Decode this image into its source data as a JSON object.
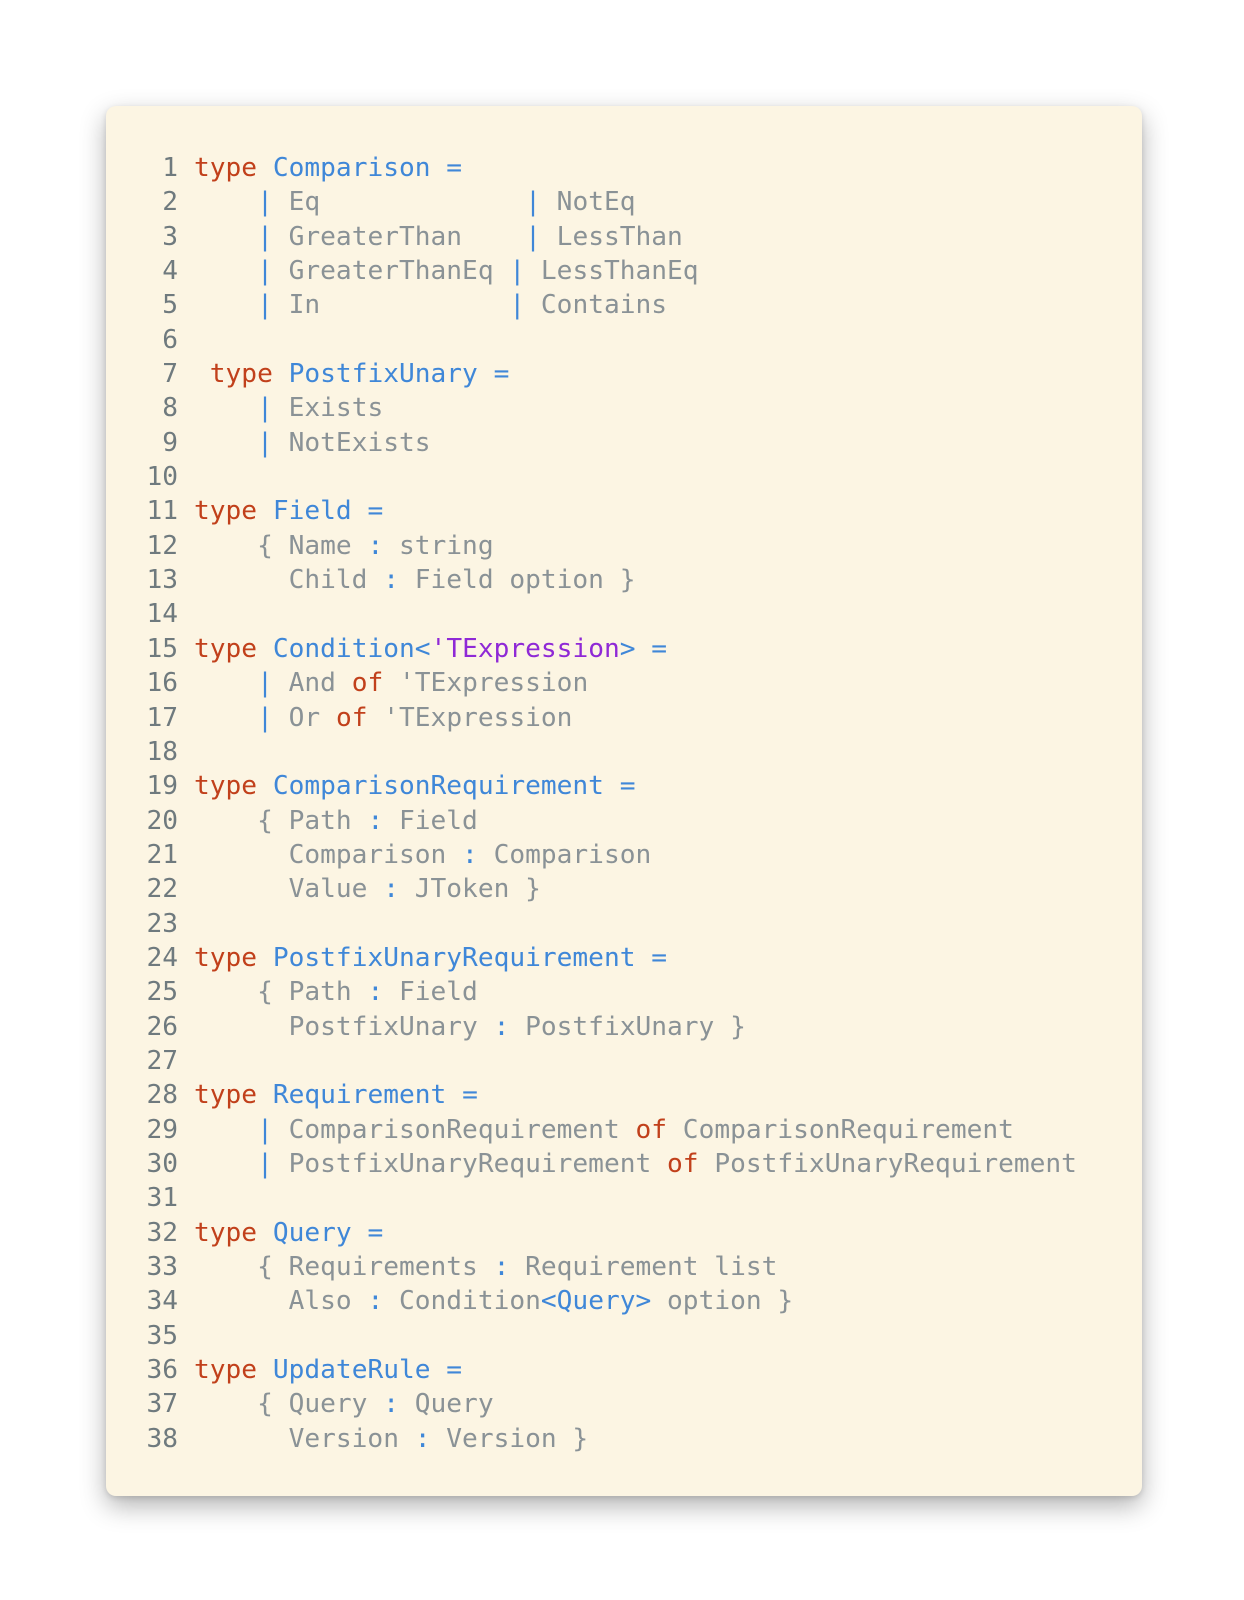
{
  "code": {
    "lines": [
      {
        "number": "1",
        "tokens": [
          {
            "t": "type",
            "k": "kw"
          },
          {
            "t": " ",
            "k": "tx"
          },
          {
            "t": "Comparison",
            "k": "ty"
          },
          {
            "t": " =",
            "k": "pu"
          }
        ]
      },
      {
        "number": "2",
        "tokens": [
          {
            "t": "    ",
            "k": "tx"
          },
          {
            "t": "|",
            "k": "pu"
          },
          {
            "t": " Eq             ",
            "k": "tx"
          },
          {
            "t": "|",
            "k": "pu"
          },
          {
            "t": " NotEq",
            "k": "tx"
          }
        ]
      },
      {
        "number": "3",
        "tokens": [
          {
            "t": "    ",
            "k": "tx"
          },
          {
            "t": "|",
            "k": "pu"
          },
          {
            "t": " GreaterThan    ",
            "k": "tx"
          },
          {
            "t": "|",
            "k": "pu"
          },
          {
            "t": " LessThan",
            "k": "tx"
          }
        ]
      },
      {
        "number": "4",
        "tokens": [
          {
            "t": "    ",
            "k": "tx"
          },
          {
            "t": "|",
            "k": "pu"
          },
          {
            "t": " GreaterThanEq ",
            "k": "tx"
          },
          {
            "t": "|",
            "k": "pu"
          },
          {
            "t": " LessThanEq",
            "k": "tx"
          }
        ]
      },
      {
        "number": "5",
        "tokens": [
          {
            "t": "    ",
            "k": "tx"
          },
          {
            "t": "|",
            "k": "pu"
          },
          {
            "t": " In            ",
            "k": "tx"
          },
          {
            "t": "|",
            "k": "pu"
          },
          {
            "t": " Contains",
            "k": "tx"
          }
        ]
      },
      {
        "number": "6",
        "tokens": []
      },
      {
        "number": "7",
        "tokens": [
          {
            "t": " type",
            "k": "kw"
          },
          {
            "t": " ",
            "k": "tx"
          },
          {
            "t": "PostfixUnary",
            "k": "ty"
          },
          {
            "t": " =",
            "k": "pu"
          }
        ]
      },
      {
        "number": "8",
        "tokens": [
          {
            "t": "    ",
            "k": "tx"
          },
          {
            "t": "|",
            "k": "pu"
          },
          {
            "t": " Exists",
            "k": "tx"
          }
        ]
      },
      {
        "number": "9",
        "tokens": [
          {
            "t": "    ",
            "k": "tx"
          },
          {
            "t": "|",
            "k": "pu"
          },
          {
            "t": " NotExists",
            "k": "tx"
          }
        ]
      },
      {
        "number": "10",
        "tokens": []
      },
      {
        "number": "11",
        "tokens": [
          {
            "t": "type",
            "k": "kw"
          },
          {
            "t": " ",
            "k": "tx"
          },
          {
            "t": "Field",
            "k": "ty"
          },
          {
            "t": " =",
            "k": "pu"
          }
        ]
      },
      {
        "number": "12",
        "tokens": [
          {
            "t": "    { Name ",
            "k": "tx"
          },
          {
            "t": ":",
            "k": "pu"
          },
          {
            "t": " string",
            "k": "tx"
          }
        ]
      },
      {
        "number": "13",
        "tokens": [
          {
            "t": "      Child ",
            "k": "tx"
          },
          {
            "t": ":",
            "k": "pu"
          },
          {
            "t": " Field option }",
            "k": "tx"
          }
        ]
      },
      {
        "number": "14",
        "tokens": []
      },
      {
        "number": "15",
        "tokens": [
          {
            "t": "type",
            "k": "kw"
          },
          {
            "t": " ",
            "k": "tx"
          },
          {
            "t": "Condition",
            "k": "ty"
          },
          {
            "t": "<",
            "k": "pu"
          },
          {
            "t": "'TExpression",
            "k": "gp"
          },
          {
            "t": ">",
            "k": "pu"
          },
          {
            "t": " =",
            "k": "pu"
          }
        ]
      },
      {
        "number": "16",
        "tokens": [
          {
            "t": "    ",
            "k": "tx"
          },
          {
            "t": "|",
            "k": "pu"
          },
          {
            "t": " And ",
            "k": "tx"
          },
          {
            "t": "of",
            "k": "kw"
          },
          {
            "t": " 'TExpression",
            "k": "tx"
          }
        ]
      },
      {
        "number": "17",
        "tokens": [
          {
            "t": "    ",
            "k": "tx"
          },
          {
            "t": "|",
            "k": "pu"
          },
          {
            "t": " Or ",
            "k": "tx"
          },
          {
            "t": "of",
            "k": "kw"
          },
          {
            "t": " 'TExpression",
            "k": "tx"
          }
        ]
      },
      {
        "number": "18",
        "tokens": []
      },
      {
        "number": "19",
        "tokens": [
          {
            "t": "type",
            "k": "kw"
          },
          {
            "t": " ",
            "k": "tx"
          },
          {
            "t": "ComparisonRequirement",
            "k": "ty"
          },
          {
            "t": " =",
            "k": "pu"
          }
        ]
      },
      {
        "number": "20",
        "tokens": [
          {
            "t": "    { Path ",
            "k": "tx"
          },
          {
            "t": ":",
            "k": "pu"
          },
          {
            "t": " Field",
            "k": "tx"
          }
        ]
      },
      {
        "number": "21",
        "tokens": [
          {
            "t": "      Comparison ",
            "k": "tx"
          },
          {
            "t": ":",
            "k": "pu"
          },
          {
            "t": " Comparison",
            "k": "tx"
          }
        ]
      },
      {
        "number": "22",
        "tokens": [
          {
            "t": "      Value ",
            "k": "tx"
          },
          {
            "t": ":",
            "k": "pu"
          },
          {
            "t": " JToken }",
            "k": "tx"
          }
        ]
      },
      {
        "number": "23",
        "tokens": []
      },
      {
        "number": "24",
        "tokens": [
          {
            "t": "type",
            "k": "kw"
          },
          {
            "t": " ",
            "k": "tx"
          },
          {
            "t": "PostfixUnaryRequirement",
            "k": "ty"
          },
          {
            "t": " =",
            "k": "pu"
          }
        ]
      },
      {
        "number": "25",
        "tokens": [
          {
            "t": "    { Path ",
            "k": "tx"
          },
          {
            "t": ":",
            "k": "pu"
          },
          {
            "t": " Field",
            "k": "tx"
          }
        ]
      },
      {
        "number": "26",
        "tokens": [
          {
            "t": "      PostfixUnary ",
            "k": "tx"
          },
          {
            "t": ":",
            "k": "pu"
          },
          {
            "t": " PostfixUnary }",
            "k": "tx"
          }
        ]
      },
      {
        "number": "27",
        "tokens": []
      },
      {
        "number": "28",
        "tokens": [
          {
            "t": "type",
            "k": "kw"
          },
          {
            "t": " ",
            "k": "tx"
          },
          {
            "t": "Requirement",
            "k": "ty"
          },
          {
            "t": " =",
            "k": "pu"
          }
        ]
      },
      {
        "number": "29",
        "tokens": [
          {
            "t": "    ",
            "k": "tx"
          },
          {
            "t": "|",
            "k": "pu"
          },
          {
            "t": " ComparisonRequirement ",
            "k": "tx"
          },
          {
            "t": "of",
            "k": "kw"
          },
          {
            "t": " ComparisonRequirement",
            "k": "tx"
          }
        ]
      },
      {
        "number": "30",
        "tokens": [
          {
            "t": "    ",
            "k": "tx"
          },
          {
            "t": "|",
            "k": "pu"
          },
          {
            "t": " PostfixUnaryRequirement ",
            "k": "tx"
          },
          {
            "t": "of",
            "k": "kw"
          },
          {
            "t": " PostfixUnaryRequirement",
            "k": "tx"
          }
        ]
      },
      {
        "number": "31",
        "tokens": []
      },
      {
        "number": "32",
        "tokens": [
          {
            "t": "type",
            "k": "kw"
          },
          {
            "t": " ",
            "k": "tx"
          },
          {
            "t": "Query",
            "k": "ty"
          },
          {
            "t": " =",
            "k": "pu"
          }
        ]
      },
      {
        "number": "33",
        "tokens": [
          {
            "t": "    { Requirements ",
            "k": "tx"
          },
          {
            "t": ":",
            "k": "pu"
          },
          {
            "t": " Requirement list",
            "k": "tx"
          }
        ]
      },
      {
        "number": "34",
        "tokens": [
          {
            "t": "      Also ",
            "k": "tx"
          },
          {
            "t": ":",
            "k": "pu"
          },
          {
            "t": " Condition",
            "k": "tx"
          },
          {
            "t": "<Query>",
            "k": "pu"
          },
          {
            "t": " option }",
            "k": "tx"
          }
        ]
      },
      {
        "number": "35",
        "tokens": []
      },
      {
        "number": "36",
        "tokens": [
          {
            "t": "type",
            "k": "kw"
          },
          {
            "t": " ",
            "k": "tx"
          },
          {
            "t": "UpdateRule",
            "k": "ty"
          },
          {
            "t": " =",
            "k": "pu"
          }
        ]
      },
      {
        "number": "37",
        "tokens": [
          {
            "t": "    { Query ",
            "k": "tx"
          },
          {
            "t": ":",
            "k": "pu"
          },
          {
            "t": " Query",
            "k": "tx"
          }
        ]
      },
      {
        "number": "38",
        "tokens": [
          {
            "t": "      Version ",
            "k": "tx"
          },
          {
            "t": ":",
            "k": "pu"
          },
          {
            "t": " Version }",
            "k": "tx"
          }
        ]
      }
    ]
  },
  "colors": {
    "background": "#fcf5e3",
    "keyword": "#c1401b",
    "type_name": "#3f87d8",
    "generic_param": "#8f29d6",
    "text": "#8a9296",
    "line_number": "#6f7a7e"
  }
}
